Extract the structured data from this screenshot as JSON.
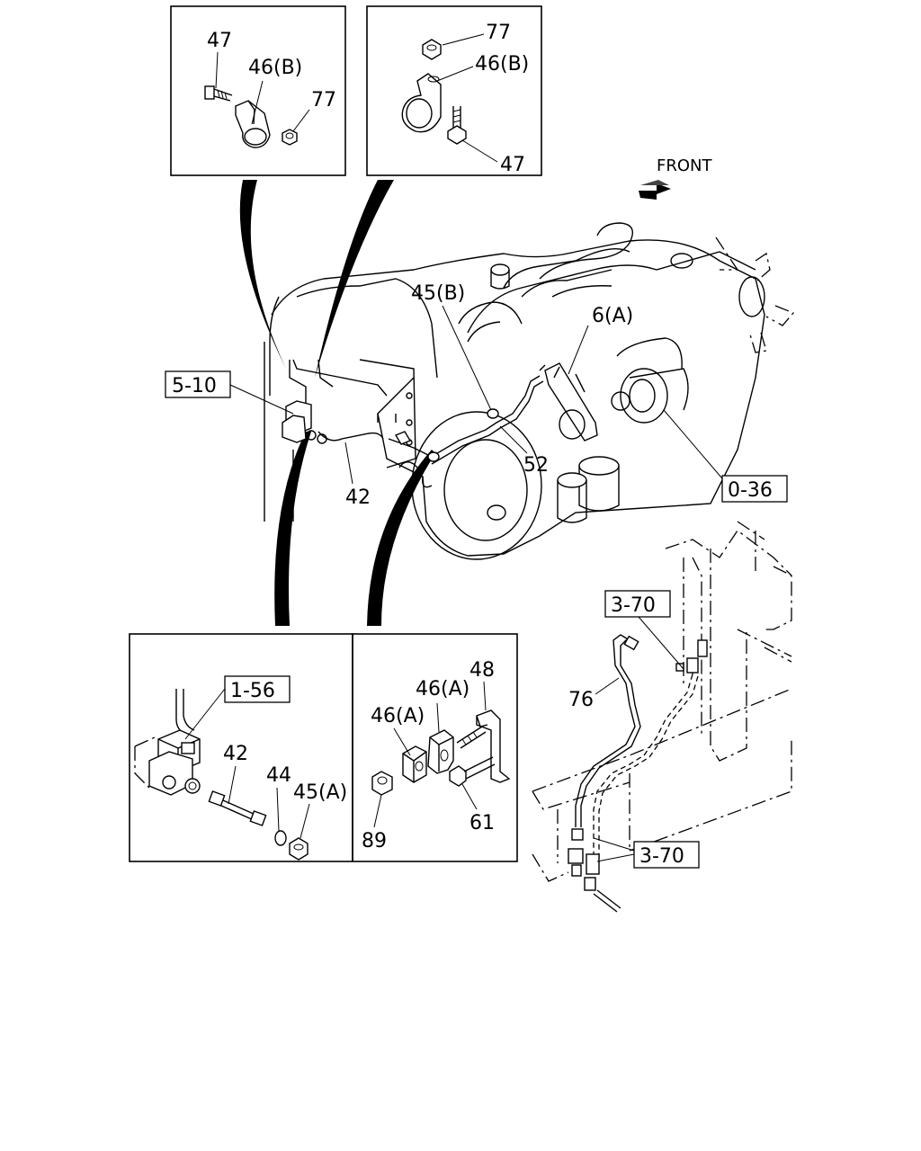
{
  "front_label": "FRONT",
  "callouts": {
    "inset_tl_bolt": "47",
    "inset_tl_clip": "46(B)",
    "inset_tl_nut": "77",
    "inset_tr_nut": "77",
    "inset_tr_clip": "46(B)",
    "inset_tr_bolt": "47",
    "clip_45b": "45(B)",
    "bracket_6a": "6(A)",
    "pipe_52": "52",
    "pipe_42_main": "42",
    "inset_bl_42": "42",
    "inset_bl_44": "44",
    "inset_bl_45a": "45(A)",
    "inset_br_48": "48",
    "inset_br_46a_1": "46(A)",
    "inset_br_46a_2": "46(A)",
    "inset_br_89": "89",
    "inset_br_61": "61",
    "pipe_76": "76"
  },
  "ref_boxes": {
    "ref_5_10": "5-10",
    "ref_0_36": "0-36",
    "ref_1_56": "1-56",
    "ref_3_70_top": "3-70",
    "ref_3_70_bottom": "3-70"
  }
}
